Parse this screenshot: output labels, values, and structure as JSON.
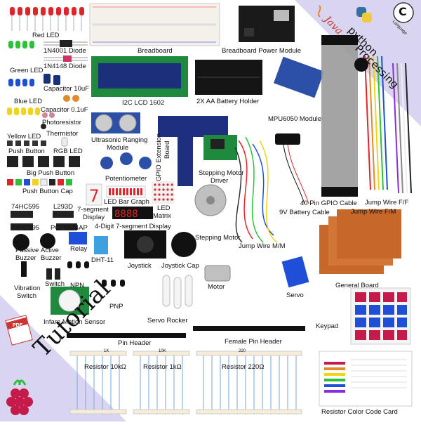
{
  "labels": {
    "red_led": "Red LED",
    "diode_1n4001": "1N4001 Diode",
    "green_led": "Green LED",
    "diode_1n4148": "1N4148 Diode",
    "capacitor_10uf": "Capacitor 10uF",
    "blue_led": "Blue LED",
    "capacitor_01uf": "Capacitor 0.1uF",
    "photoresistor": "Photoresistor",
    "thermistor": "Thermistor",
    "yellow_led": "Yellow LED",
    "push_button": "Push Button",
    "rgb_led": "RGB LED",
    "big_push_button": "Big Push Button",
    "breadboard": "Breadboard",
    "breadboard_power_module": "Breadboard Power Module",
    "i2c_lcd": "I2C LCD 1602",
    "battery_holder": "2X AA Battery Holder",
    "mpu6050": "MPU6050 Module",
    "ultrasonic_1": "Ultrasonic Ranging",
    "ultrasonic_2": "Module",
    "gpio_board_1": "GPIO Extension",
    "gpio_board_2": "Board",
    "stepping_motor_driver_1": "Stepping Motor",
    "stepping_motor_driver_2": "Driver",
    "potentiometer": "Potentiometer",
    "push_button_cap": "Push Button Cap",
    "ic_74hc595_a": "74HC595",
    "l293d": "L293D",
    "seven_seg_1": "7-segment",
    "seven_seg_2": "Display",
    "led_bar_graph": "LED Bar Graph",
    "led_matrix_1": "LED",
    "led_matrix_2": "Matrix",
    "ic_74hc595_b": "74HC595",
    "pcf8574ap": "PCF8574AP",
    "four_digit": "4-Digit 7-segment Display",
    "stepping_motor": "Stepping Motor",
    "battery_cable": "9V Battery Cable",
    "gpio_cable": "40 Pin GPIO Cable",
    "jump_wire_ff": "Jump Wire F/F",
    "jump_wire_fm": "Jump Wire F/M",
    "jump_wire_mm": "Jump Wire M/M",
    "passive_buzzer_1": "Passive",
    "passive_buzzer_2": "Buzzer",
    "active_buzzer_1": "Active",
    "active_buzzer_2": "Buzzer",
    "relay": "Relay",
    "dht11": "DHT-11",
    "joystick": "Joystick",
    "joystick_cap": "Joystick Cap",
    "switch": "Switch",
    "npn": "NPN",
    "vibration_1": "Vibration",
    "vibration_2": "Switch",
    "motor": "Motor",
    "general_board": "General Board",
    "servo": "Servo",
    "pnp": "PNP",
    "servo_rocker": "Servo Rocker",
    "infrared": "Infare Motion Sensor",
    "keypad": "Keypad",
    "pin_header": "Pin Header",
    "female_pin_header": "Female Pin Header",
    "resistor_10k": "Resistor 10kΩ",
    "resistor_1k": "Resistor 1kΩ",
    "resistor_220": "Resistor 220Ω",
    "color_code_card": "Resistor Color Code Card",
    "strip_10k": "10K",
    "strip_220": "220",
    "strip_1k": "1K"
  },
  "corners": {
    "java": "Java",
    "python": "python",
    "processing": "Processing",
    "c_letter": "C",
    "language": "Language",
    "tutorial": "Tutorial",
    "pdf": "PDF"
  },
  "colors": {
    "band": "#d9d4ef",
    "led_red": "#e0242a",
    "led_green": "#2fbf3b",
    "led_blue": "#1f4fd6",
    "led_yellow": "#f2d21a",
    "pcb_blue": "#2c4fa8",
    "pcb_green": "#1f8a3e",
    "proto_board": "#c8672a",
    "raspberry": "#c51a4a"
  }
}
